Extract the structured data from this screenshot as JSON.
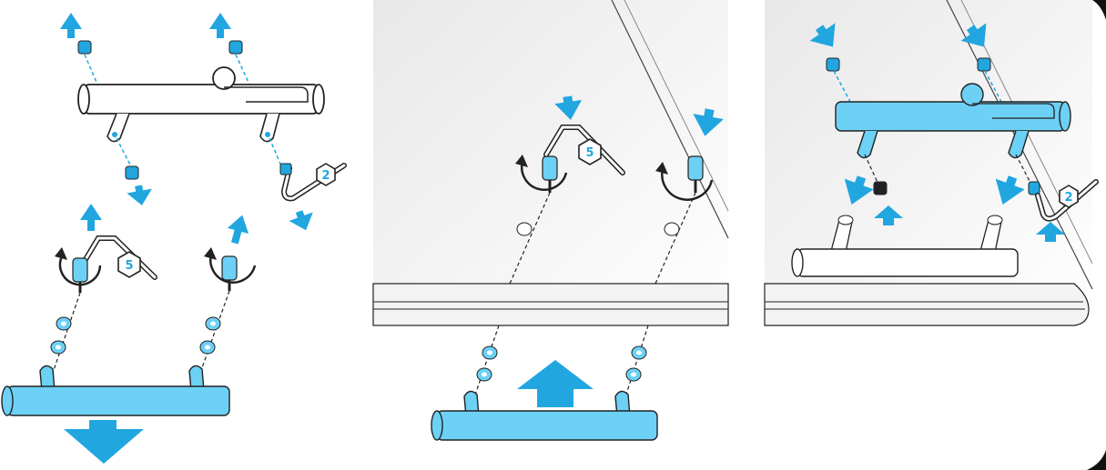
{
  "colors": {
    "accent": "#21a6e0",
    "part_fill": "#6dd0f5",
    "glass": "#f3f3f3",
    "outline": "#222222",
    "corner": "#111111"
  },
  "panels": [
    {
      "step": "remove-and-reinstall-handle"
    },
    {
      "step": "mount-handle-through-glass"
    },
    {
      "step": "attach-towel-bar"
    }
  ],
  "tool_labels": {
    "hex_key_5": "5",
    "hex_key_2": "2"
  },
  "icons": [
    "arrow-up-icon",
    "arrow-down-icon",
    "rotate-icon",
    "hex-key-icon",
    "set-screw-icon",
    "washer-icon"
  ]
}
